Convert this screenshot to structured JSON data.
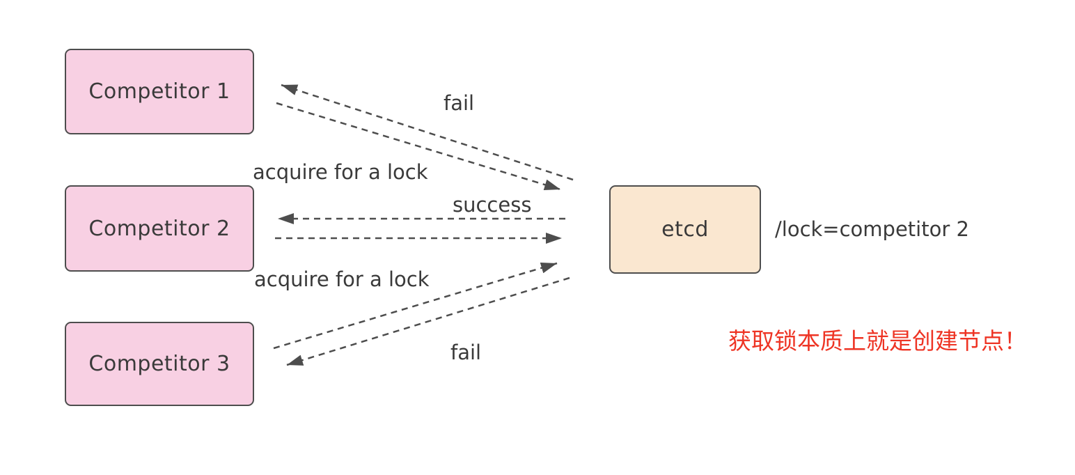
{
  "diagram": {
    "nodes": {
      "competitor1": "Competitor 1",
      "competitor2": "Competitor 2",
      "competitor3": "Competitor 3",
      "etcd": "etcd"
    },
    "edges": {
      "c1_fail": "fail",
      "c1_acquire": "acquire for a lock",
      "c2_success": "success",
      "c3_acquire": "acquire for a lock",
      "c3_fail": "fail"
    },
    "annotations": {
      "lock_value": "/lock=competitor 2",
      "note": "获取锁本质上就是创建节点！"
    },
    "colors": {
      "competitor_fill": "#f8d0e3",
      "etcd_fill": "#fae7d0",
      "border": "#4d4d4d",
      "text": "#3a3a3a",
      "arrow": "#4d4d4d",
      "note_red": "#ee3424"
    }
  }
}
